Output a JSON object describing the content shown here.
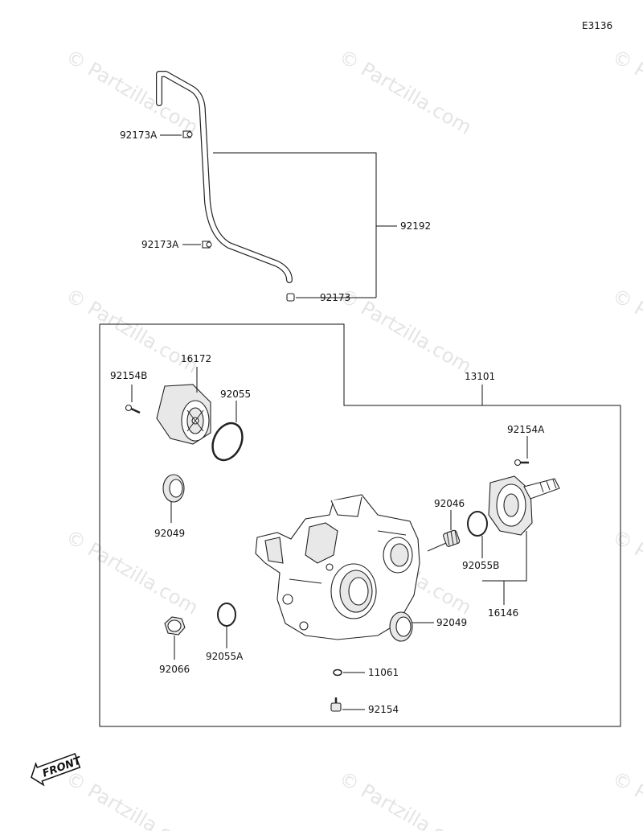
{
  "diagram_code": "E3136",
  "watermark": "© Partzilla.com",
  "front_label": "FRONT",
  "parts": {
    "hose_clamp_a_upper": "92173A",
    "hose_clamp_a_lower": "92173A",
    "hose": "92192",
    "hose_clamp": "92173",
    "gear_case_assy": "13101",
    "bolt_b": "92154B",
    "cover": "16172",
    "o_ring": "92055",
    "oil_seal_left": "92049",
    "bolt_a": "92154A",
    "needle_bearing": "92046",
    "o_ring_b": "92055B",
    "housing_assy": "16146",
    "oil_seal_right": "92049",
    "plug": "92066",
    "o_ring_a": "92055A",
    "gasket": "11061",
    "bolt": "92154"
  }
}
